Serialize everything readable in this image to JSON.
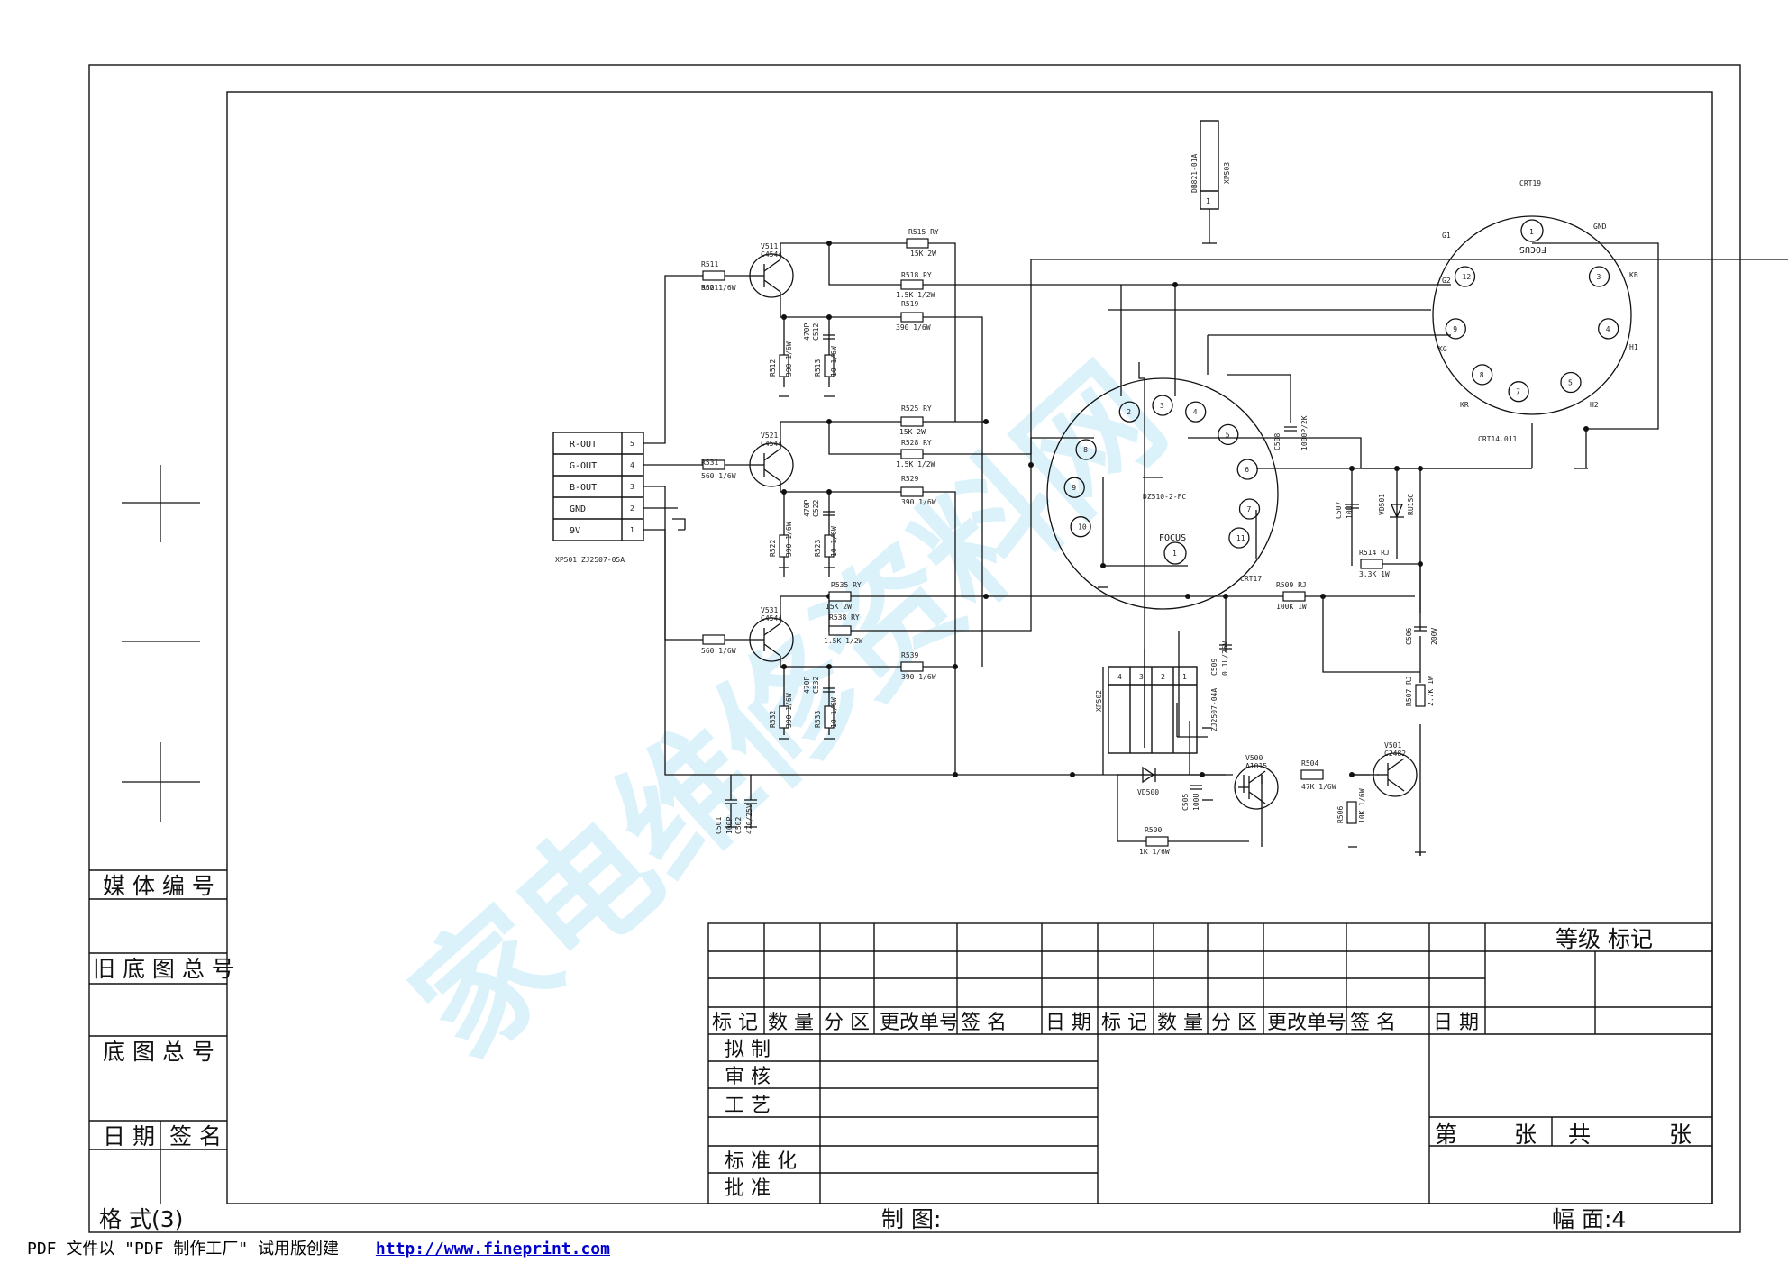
{
  "watermark": "家电维修资料网",
  "title_block": {
    "grade_mark": "等级  标记",
    "revision_headers": [
      "标 记",
      "数 量",
      "分 区",
      "更改单号",
      "签   名",
      "日 期",
      "标 记",
      "数 量",
      "分 区",
      "更改单号",
      "签   名",
      "日 期"
    ],
    "approvals": [
      "拟      制",
      "审      核",
      "工      艺",
      "标  准  化",
      "批      准"
    ],
    "sheet_of": {
      "sheet": "第",
      "sheet_unit": "张",
      "total": "共",
      "total_unit": "张"
    },
    "format": "格 式(3)",
    "drafter": "制 图:",
    "size": "幅 面:4"
  },
  "side_block": {
    "media_no": "媒 体 编 号",
    "old_base_no": "旧 底 图 总 号",
    "base_no": "底 图 总 号",
    "date": "日 期",
    "signature": "签 名"
  },
  "schematic": {
    "connector_xp501": {
      "pins": [
        {
          "label": "R-OUT",
          "no": "5"
        },
        {
          "label": "G-OUT",
          "no": "4"
        },
        {
          "label": "B-OUT",
          "no": "3"
        },
        {
          "label": "GND",
          "no": "2"
        },
        {
          "label": "9V",
          "no": "1"
        }
      ],
      "ref": "XP501 ZJ2507-05A"
    },
    "transistors": [
      {
        "ref": "V511",
        "part": "C4544"
      },
      {
        "ref": "V521",
        "part": "C4544"
      },
      {
        "ref": "V531",
        "part": "C4544"
      },
      {
        "ref": "V500",
        "part": "A1015"
      },
      {
        "ref": "V501",
        "part": "C2482"
      }
    ],
    "resistors": [
      {
        "ref": "R511",
        "value": "560 1/6W"
      },
      {
        "ref": "R521",
        "value": "560 1/6W"
      },
      {
        "ref": "R531",
        "value": "560 1/6W"
      },
      {
        "ref": "R515 RY",
        "value": "15K 2W"
      },
      {
        "ref": "R518 RY",
        "value": "1.5K 1/2W"
      },
      {
        "ref": "R519",
        "value": "390 1/6W"
      },
      {
        "ref": "R525 RY",
        "value": "15K 2W"
      },
      {
        "ref": "R528 RY",
        "value": "1.5K 1/2W"
      },
      {
        "ref": "R529",
        "value": "390 1/6W"
      },
      {
        "ref": "R535 RY",
        "value": "15K 2W"
      },
      {
        "ref": "R538 RY",
        "value": "1.5K 1/2W"
      },
      {
        "ref": "R539",
        "value": "390 1/6W"
      },
      {
        "ref": "R512",
        "value": "390 1/6W"
      },
      {
        "ref": "R513",
        "value": "10 1/6W"
      },
      {
        "ref": "R522",
        "value": "390 1/6W"
      },
      {
        "ref": "R523",
        "value": "10 1/6W"
      },
      {
        "ref": "R532",
        "value": "390 1/6W"
      },
      {
        "ref": "R533",
        "value": "10 1/6W"
      },
      {
        "ref": "R514 RJ",
        "value": "3.3K 1W"
      },
      {
        "ref": "R509 RJ",
        "value": "100K 1W"
      },
      {
        "ref": "R507 RJ",
        "value": "2.7K 1W"
      },
      {
        "ref": "R504",
        "value": "47K 1/6W"
      },
      {
        "ref": "R506",
        "value": "10K 1/6W"
      },
      {
        "ref": "R500",
        "value": "1K 1/6W"
      }
    ],
    "capacitors": [
      {
        "ref": "C512",
        "value": "470P"
      },
      {
        "ref": "C522",
        "value": "470P"
      },
      {
        "ref": "C532",
        "value": "470P"
      },
      {
        "ref": "C501",
        "value": "100P"
      },
      {
        "ref": "C502",
        "value": "470/25V"
      },
      {
        "ref": "C505",
        "value": "100U"
      },
      {
        "ref": "C509",
        "value": "0.1U/25V"
      },
      {
        "ref": "C506",
        "value": "200V"
      },
      {
        "ref": "C507",
        "value": "10U"
      },
      {
        "ref": "C508",
        "value": "1000P/2K"
      }
    ],
    "diodes": [
      {
        "ref": "VD500"
      },
      {
        "ref": "VD501",
        "value": "RU1SC"
      }
    ],
    "crt_socket": {
      "ref": "CRT17",
      "part": "DZ510-2-FC",
      "focus": "FOCUS",
      "focus_pin": "1",
      "pins": [
        "2",
        "3",
        "4",
        "5",
        "6",
        "7",
        "8",
        "9",
        "10",
        "11"
      ]
    },
    "crt": {
      "ref": "CRT19",
      "part": "CRT14.011",
      "focus": "FOCUS",
      "pins": [
        "1",
        "3",
        "4",
        "5",
        "7",
        "8",
        "9",
        "12"
      ],
      "labels": [
        "GND",
        "KB",
        "H1",
        "H2",
        "KR",
        "KG",
        "G2",
        "G1"
      ]
    },
    "connector_xp502": {
      "ref": "XP502",
      "part": "ZJ2507-04A",
      "pins": [
        "4",
        "3",
        "2",
        "1"
      ]
    },
    "connector_xp503": {
      "ref": "XP503",
      "part": "DB821-01A",
      "pin": "1"
    }
  },
  "footer": {
    "text": "PDF 文件以 \"PDF 制作工厂\" 试用版创建",
    "link": "http://www.fineprint.com"
  }
}
